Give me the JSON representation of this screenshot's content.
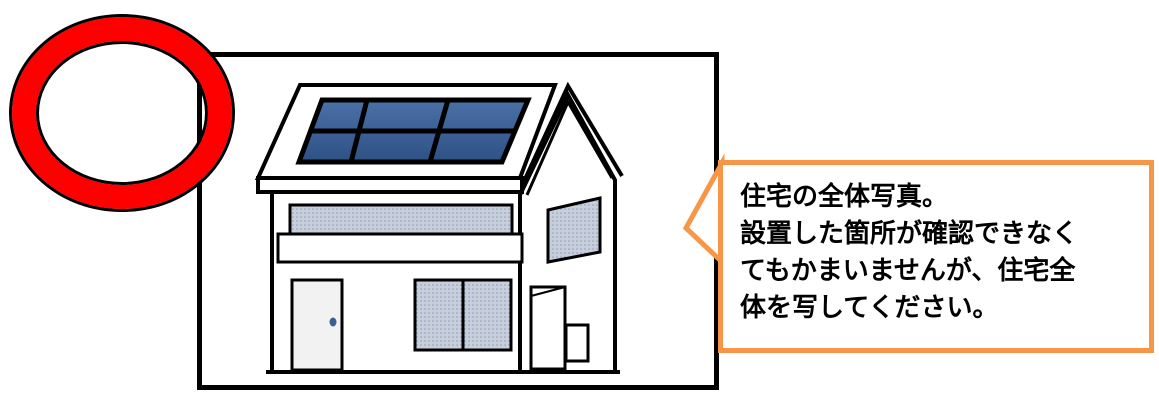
{
  "callout": {
    "lines": [
      "住宅の全体写真。",
      "設置した箇所が確認できなく",
      "てもかまいませんが、住宅全",
      "体を写してください。"
    ],
    "border_color": "#f79646"
  },
  "ok_mark": {
    "color": "#ff0000",
    "icon": "red-circle-ok-icon"
  },
  "illustration": {
    "icon": "house-with-solar-panel-icon",
    "panel_color": "#3b5f94",
    "window_color": "#bcc6d6",
    "door_knob_color": "#3b5f94"
  }
}
